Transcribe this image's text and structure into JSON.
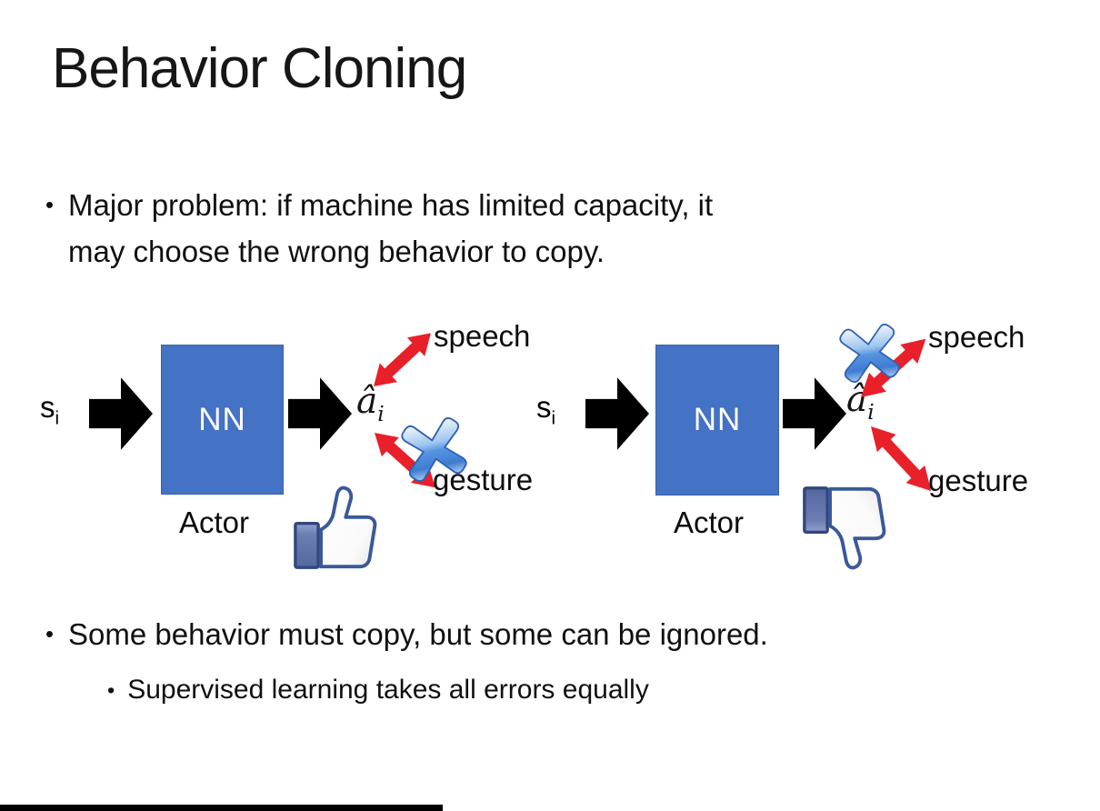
{
  "title": "Behavior Cloning",
  "bullet_glyph": "•",
  "bullet1": {
    "line1": "Major problem: if machine has limited capacity, it",
    "line2": "may choose the wrong behavior to copy."
  },
  "bullet2": "Some behavior must copy, but some can be ignored.",
  "bullet2_sub": "Supervised learning takes all errors equally",
  "diagrams": {
    "left": {
      "input": "s",
      "input_sub": "i",
      "nn": "NN",
      "output": "â",
      "output_sub": "i",
      "actor": "Actor",
      "speech": "speech",
      "gesture": "gesture",
      "cross_icon": "blue-x-cross-on-gesture",
      "feedback_icon": "thumbs-up"
    },
    "right": {
      "input": "s",
      "input_sub": "i",
      "nn": "NN",
      "output": "â",
      "output_sub": "i",
      "actor": "Actor",
      "speech": "speech",
      "gesture": "gesture",
      "cross_icon": "blue-x-cross-on-speech",
      "feedback_icon": "thumbs-down"
    }
  },
  "colors": {
    "nn_box_blue": "#4472C4",
    "arrow_black": "#000000",
    "arrow_red": "#E8202A",
    "cross_blue": "#4E8FE0",
    "thumb_outline_navy": "#3B5998",
    "bottom_bar": "#000000",
    "background": "#FFFFFF"
  }
}
